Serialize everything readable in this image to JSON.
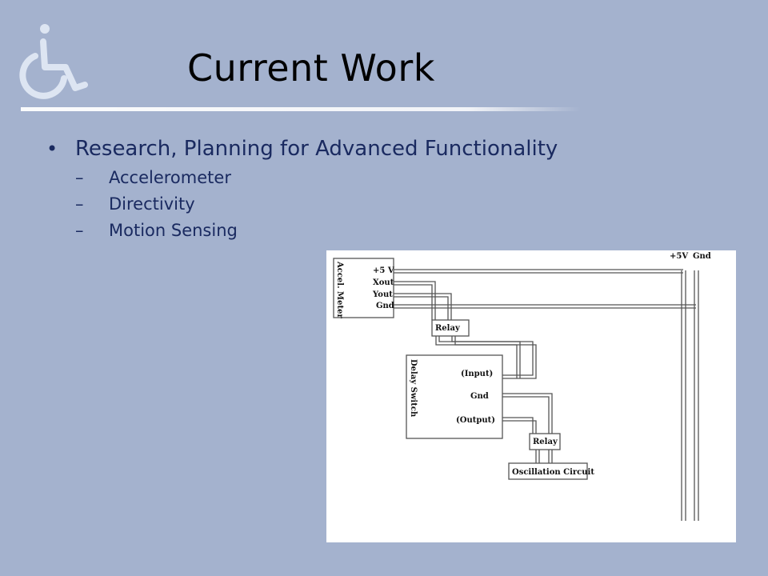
{
  "slide": {
    "title": "Current Work",
    "logo_icon": "wheelchair-accessibility-icon"
  },
  "bullets": [
    {
      "text": "Research, Planning for Advanced Functionality",
      "sub": [
        "Accelerometer",
        "Directivity",
        "Motion Sensing"
      ]
    }
  ],
  "diagram": {
    "accel_meter_label": "Accel. Meter",
    "accel_pins": [
      "+5 V",
      "Xout",
      "Yout",
      "Gnd"
    ],
    "rail_labels": [
      "+5V",
      "Gnd"
    ],
    "relay_label": "Relay",
    "delay_switch_label": "Delay Switch",
    "delay_pins": [
      "(Input)",
      "Gnd",
      "(Output)"
    ],
    "oscillation_label": "Oscillation Circuit"
  },
  "colors": {
    "background": "#a4b2ce",
    "text": "#1a2a60"
  }
}
